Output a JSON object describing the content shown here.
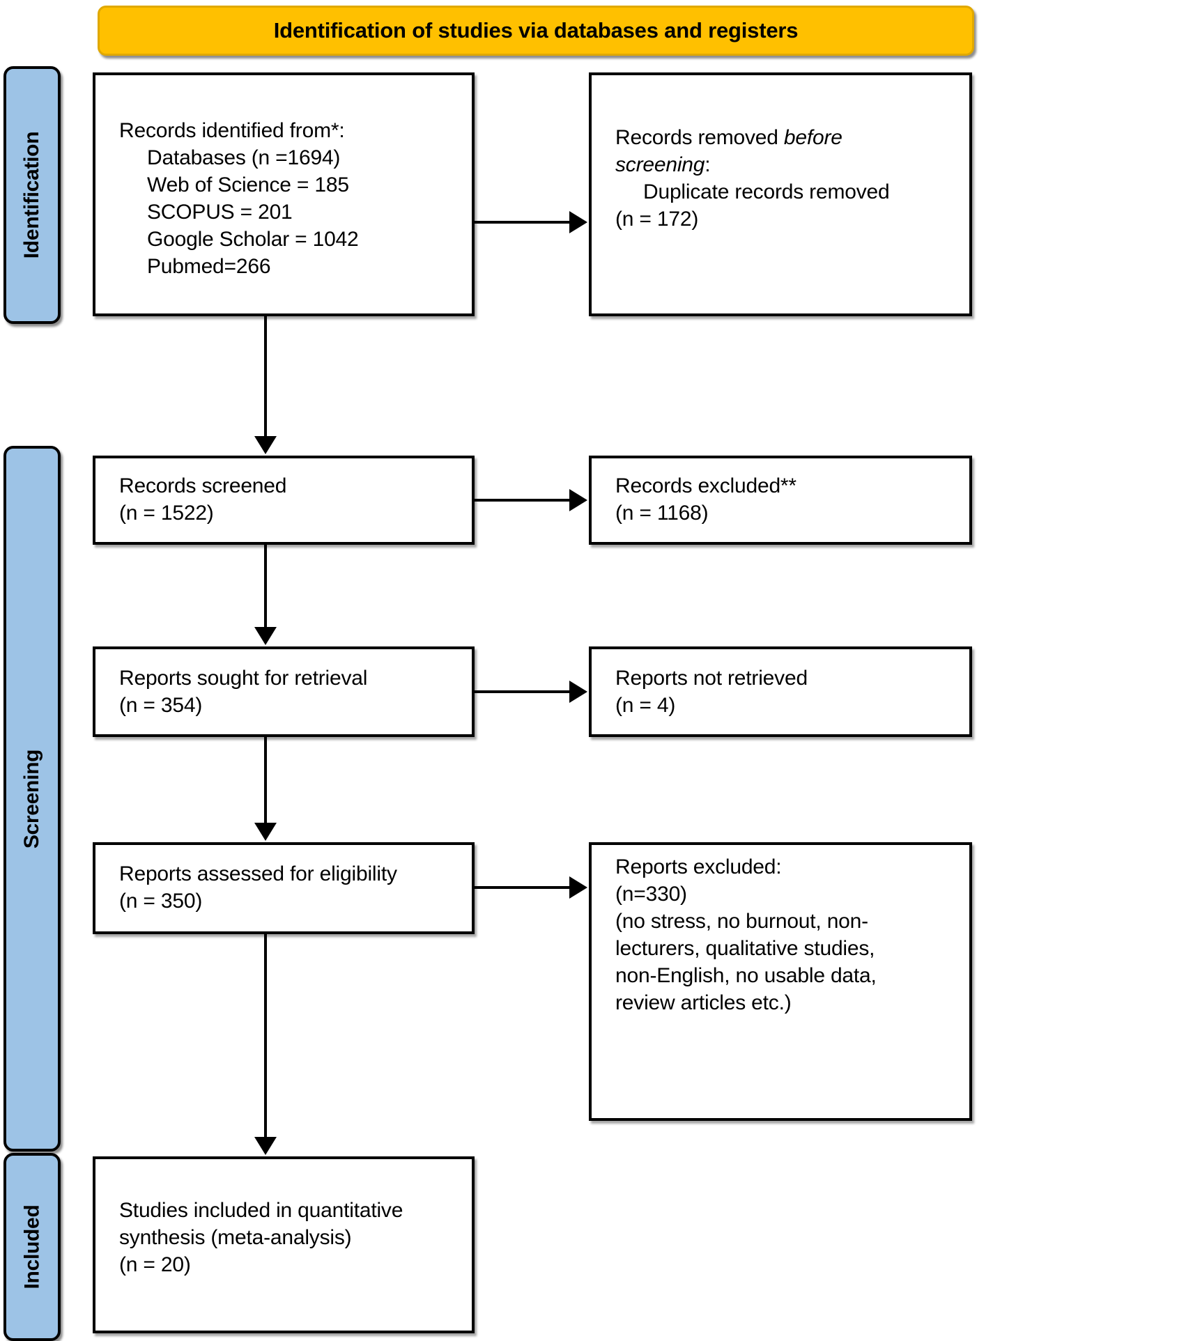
{
  "diagram": {
    "header": {
      "title": "Identification of studies via databases and registers",
      "bg_color": "#FFC000"
    },
    "phases": [
      {
        "label": "Identification"
      },
      {
        "label": "Screening"
      },
      {
        "label": "Included"
      }
    ],
    "phase_bar_color": "#9DC3E6",
    "boxes": {
      "identified": {
        "line1": "Records identified from*:",
        "line2": "Databases (n =1694)",
        "line3": "Web of Science = 185",
        "line4": "SCOPUS = 201",
        "line5": "Google Scholar = 1042",
        "line6": "Pubmed=266"
      },
      "removed": {
        "line1_a": "Records removed ",
        "line1_italic": "before",
        "line2_italic": "screening",
        "line2_b": ":",
        "line3": "Duplicate records removed",
        "line4": "(n = 172)"
      },
      "screened": {
        "line1": "Records screened",
        "line2": "(n = 1522)"
      },
      "excluded_records": {
        "line1": "Records excluded**",
        "line2": "(n = 1168)"
      },
      "sought": {
        "line1": "Reports sought for retrieval",
        "line2": "(n = 354)"
      },
      "not_retrieved": {
        "line1": "Reports not retrieved",
        "line2": "(n = 4)"
      },
      "assessed": {
        "line1": "Reports assessed for eligibility",
        "line2": "(n = 350)"
      },
      "excluded_reports": {
        "line1": "Reports excluded:",
        "line2": "(n=330)",
        "line3": "(no stress, no burnout, non-",
        "line4": "lecturers, qualitative studies,",
        "line5": "non-English, no usable data,",
        "line6": "review articles etc.)"
      },
      "included": {
        "line1": "Studies included in quantitative",
        "line2": "synthesis (meta-analysis)",
        "line3": "(n = 20)"
      }
    }
  },
  "chart_data": {
    "type": "diagram",
    "title": "Identification of studies via databases and registers",
    "nodes": [
      {
        "id": "identified",
        "phase": "Identification",
        "column": "left",
        "label": "Records identified from*: Databases (n =1694); Web of Science = 185; SCOPUS = 201; Google Scholar = 1042; Pubmed=266",
        "n": 1694
      },
      {
        "id": "removed",
        "phase": "Identification",
        "column": "right",
        "label": "Records removed before screening: Duplicate records removed (n = 172)",
        "n": 172
      },
      {
        "id": "screened",
        "phase": "Screening",
        "column": "left",
        "label": "Records screened (n = 1522)",
        "n": 1522
      },
      {
        "id": "excluded_records",
        "phase": "Screening",
        "column": "right",
        "label": "Records excluded** (n = 1168)",
        "n": 1168
      },
      {
        "id": "sought",
        "phase": "Screening",
        "column": "left",
        "label": "Reports sought for retrieval (n = 354)",
        "n": 354
      },
      {
        "id": "not_retrieved",
        "phase": "Screening",
        "column": "right",
        "label": "Reports not retrieved (n = 4)",
        "n": 4
      },
      {
        "id": "assessed",
        "phase": "Screening",
        "column": "left",
        "label": "Reports assessed for eligibility (n = 350)",
        "n": 350
      },
      {
        "id": "excluded_reports",
        "phase": "Screening",
        "column": "right",
        "label": "Reports excluded: (n=330) (no stress, no burnout, non-lecturers, qualitative studies, non-English, no usable data, review articles etc.)",
        "n": 330
      },
      {
        "id": "included",
        "phase": "Included",
        "column": "left",
        "label": "Studies included in quantitative synthesis (meta-analysis) (n = 20)",
        "n": 20
      }
    ],
    "edges": [
      {
        "from": "identified",
        "to": "removed",
        "direction": "right"
      },
      {
        "from": "identified",
        "to": "screened",
        "direction": "down"
      },
      {
        "from": "screened",
        "to": "excluded_records",
        "direction": "right"
      },
      {
        "from": "screened",
        "to": "sought",
        "direction": "down"
      },
      {
        "from": "sought",
        "to": "not_retrieved",
        "direction": "right"
      },
      {
        "from": "sought",
        "to": "assessed",
        "direction": "down"
      },
      {
        "from": "assessed",
        "to": "excluded_reports",
        "direction": "right"
      },
      {
        "from": "assessed",
        "to": "included",
        "direction": "down"
      }
    ]
  }
}
